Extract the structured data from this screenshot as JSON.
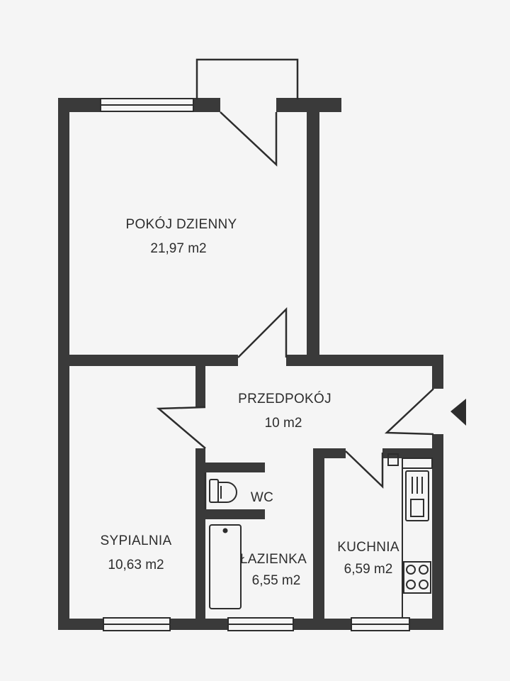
{
  "plan": {
    "colors": {
      "wall": "#3a3a3a",
      "line": "#2d2d2d",
      "background": "#f5f5f5",
      "text": "#2d2d2d"
    },
    "entrance_marker": "triangle-arrow-icon",
    "rooms": [
      {
        "id": "pokoj-dzienny",
        "name": "POKÓJ DZIENNY",
        "area": "21,97 m2"
      },
      {
        "id": "przedpokoj",
        "name": "PRZEDPOKÓJ",
        "area": "10 m2"
      },
      {
        "id": "wc",
        "name": "WC",
        "area": ""
      },
      {
        "id": "sypialnia",
        "name": "SYPIALNIA",
        "area": "10,63 m2"
      },
      {
        "id": "lazienka",
        "name": "ŁAZIENKA",
        "area": "6,55 m2"
      },
      {
        "id": "kuchnia",
        "name": "KUCHNIA",
        "area": "6,59 m2"
      }
    ]
  }
}
